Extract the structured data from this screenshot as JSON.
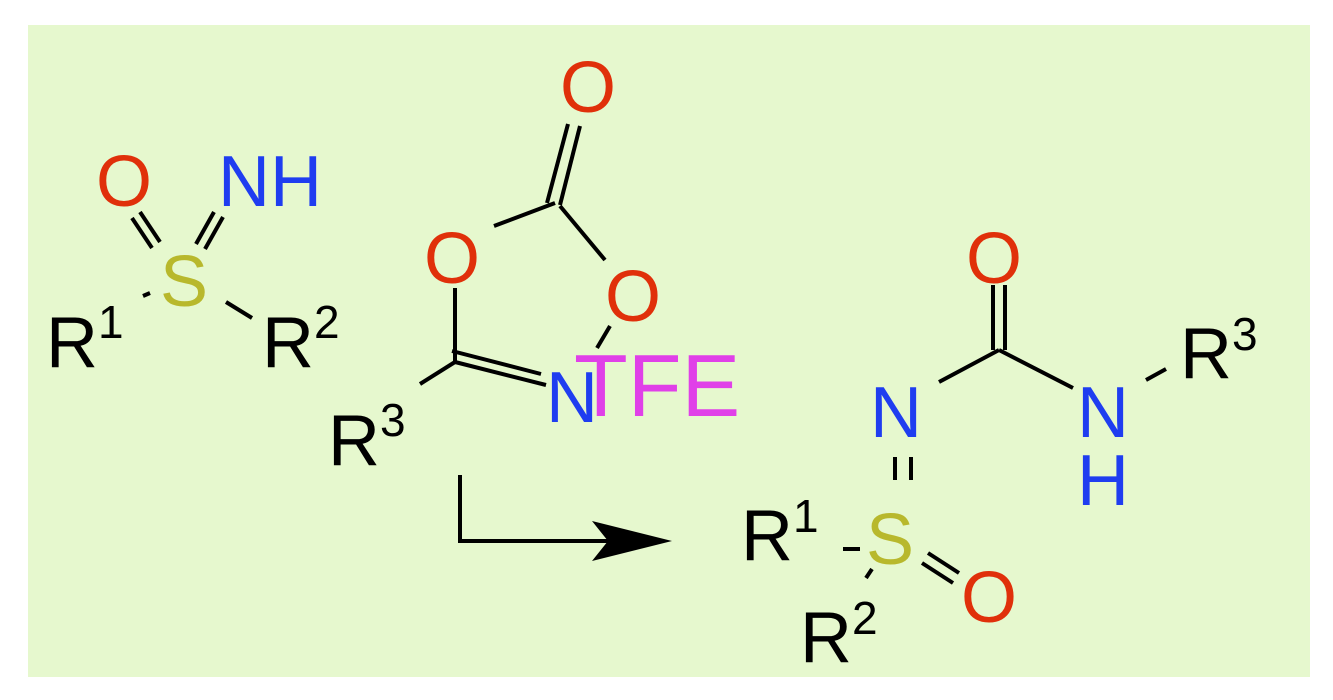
{
  "colors": {
    "background": "#e6f8ce",
    "oxygen": "#e0300a",
    "nitrogen": "#1f3df0",
    "sulfur": "#b8b82c",
    "carbon_group": "#000000",
    "solvent": "#e040e8",
    "bond": "#000000"
  },
  "reactant1": {
    "O": "O",
    "NH": "NH",
    "S": "S",
    "R1": "R",
    "R1_sup": "1",
    "R2": "R",
    "R2_sup": "2"
  },
  "reactant2": {
    "O_carbonyl": "O",
    "O_ring_left": "O",
    "O_ring_right": "O",
    "N": "N",
    "R3": "R",
    "R3_sup": "3"
  },
  "conditions": {
    "solvent": "TFE"
  },
  "product": {
    "O_carbonyl": "O",
    "N_imine": "N",
    "N_amide": "N",
    "H_amide": "H",
    "R3": "R",
    "R3_sup": "3",
    "R1": "R",
    "R1_sup": "1",
    "S": "S",
    "O_sulfonyl": "O",
    "R2": "R",
    "R2_sup": "2"
  }
}
